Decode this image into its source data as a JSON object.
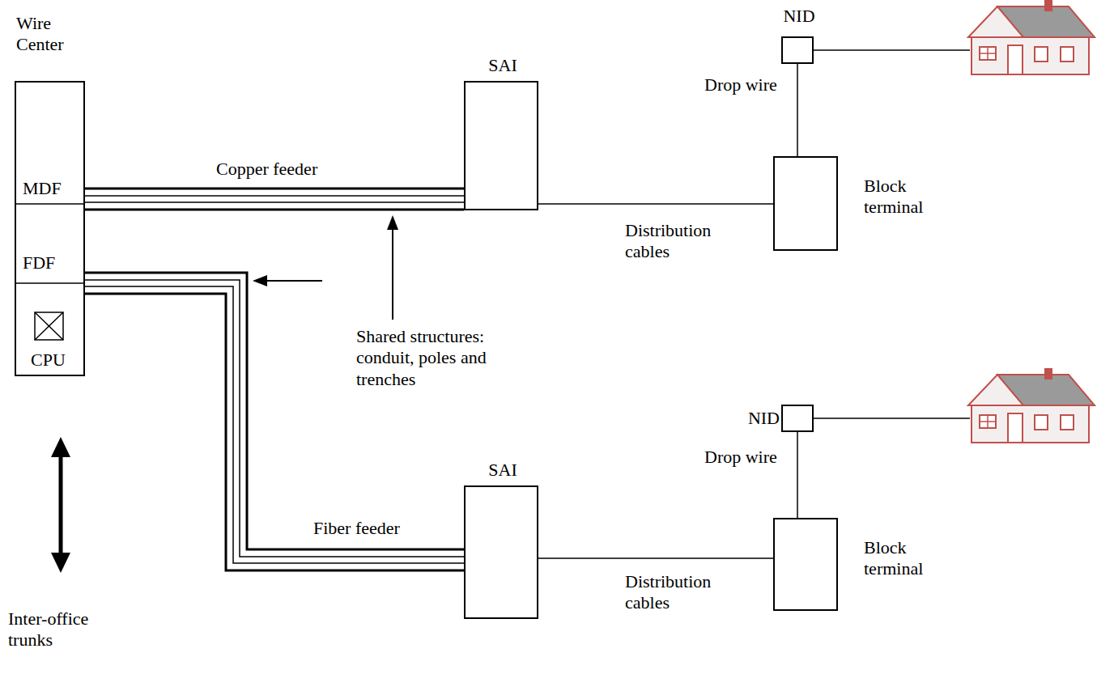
{
  "diagram": {
    "nodes": [
      {
        "text": [
          "Wire Center",
          "MDF",
          "FDF",
          "CPU"
        ]
      },
      {
        "text": [
          "SAI"
        ]
      },
      {
        "text": [
          "NID"
        ]
      },
      {
        "text": [
          "Block terminal"
        ]
      },
      {
        "text": [
          "SAI"
        ]
      },
      {
        "text": [
          "NID"
        ]
      },
      {
        "text": [
          "Block terminal"
        ]
      }
    ],
    "edges": [
      {
        "from": 0,
        "to": 1,
        "arrow": "none",
        "label": "Copper feeder"
      },
      {
        "from": 0,
        "to": 4,
        "arrow": "none",
        "label": "Fiber feeder"
      },
      {
        "from": 1,
        "to": 3,
        "arrow": "none",
        "label": "Distribution cables"
      },
      {
        "from": 3,
        "to": 2,
        "arrow": "none",
        "label": "Drop wire"
      },
      {
        "from": 4,
        "to": 6,
        "arrow": "none",
        "label": "Distribution cables"
      },
      {
        "from": 6,
        "to": 5,
        "arrow": "none",
        "label": "Drop wire"
      }
    ],
    "labels": [
      "Shared structures: conduit, poles and trenches",
      "Inter-office trunks"
    ]
  }
}
